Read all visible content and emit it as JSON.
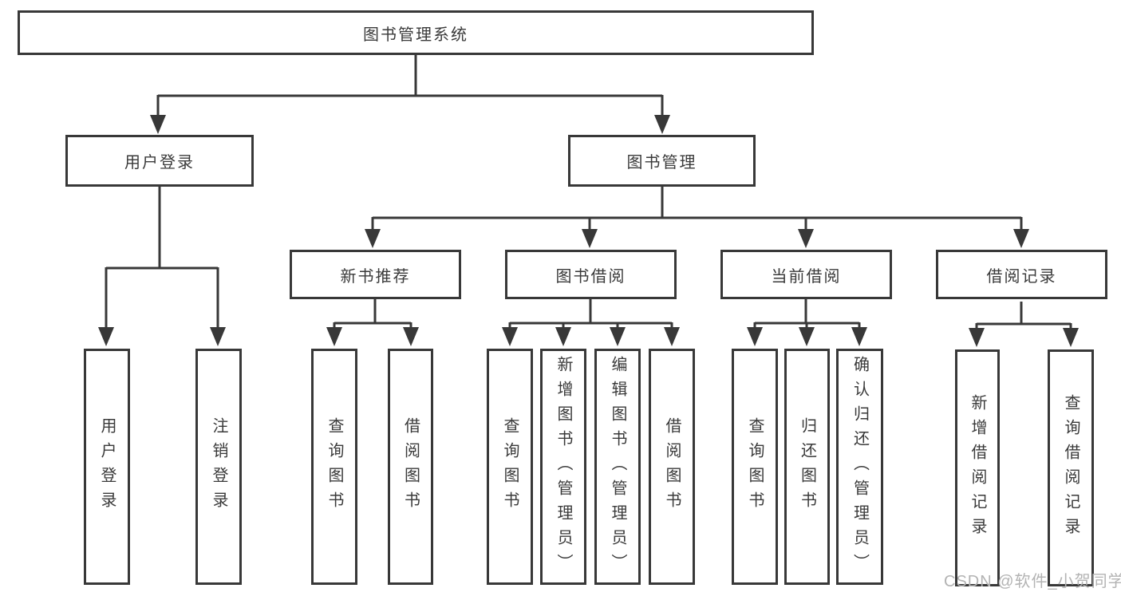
{
  "diagram": {
    "root": {
      "label": "图书管理系统"
    },
    "level2": [
      {
        "label": "用户登录"
      },
      {
        "label": "图书管理"
      }
    ],
    "level3": [
      {
        "label": "新书推荐"
      },
      {
        "label": "图书借阅"
      },
      {
        "label": "当前借阅"
      },
      {
        "label": "借阅记录"
      }
    ],
    "leaves": {
      "login": [
        {
          "label": "用户登录"
        },
        {
          "label": "注销登录"
        }
      ],
      "newbook": [
        {
          "label": "查询图书"
        },
        {
          "label": "借阅图书"
        }
      ],
      "borrow": [
        {
          "label": "查询图书"
        },
        {
          "label": "新增图书（管理员）"
        },
        {
          "label": "编辑图书（管理员）"
        },
        {
          "label": "借阅图书"
        }
      ],
      "current": [
        {
          "label": "查询图书"
        },
        {
          "label": "归还图书"
        },
        {
          "label": "确认归还（管理员）"
        }
      ],
      "records": [
        {
          "label": "新增借阅记录"
        },
        {
          "label": "查询借阅记录"
        }
      ]
    },
    "watermark": "CSDN @软件_小贺同学",
    "colors": {
      "line": "#383838",
      "text": "#3a3a3a",
      "watermark": "#b3b3b3",
      "background": "#ffffff"
    }
  }
}
